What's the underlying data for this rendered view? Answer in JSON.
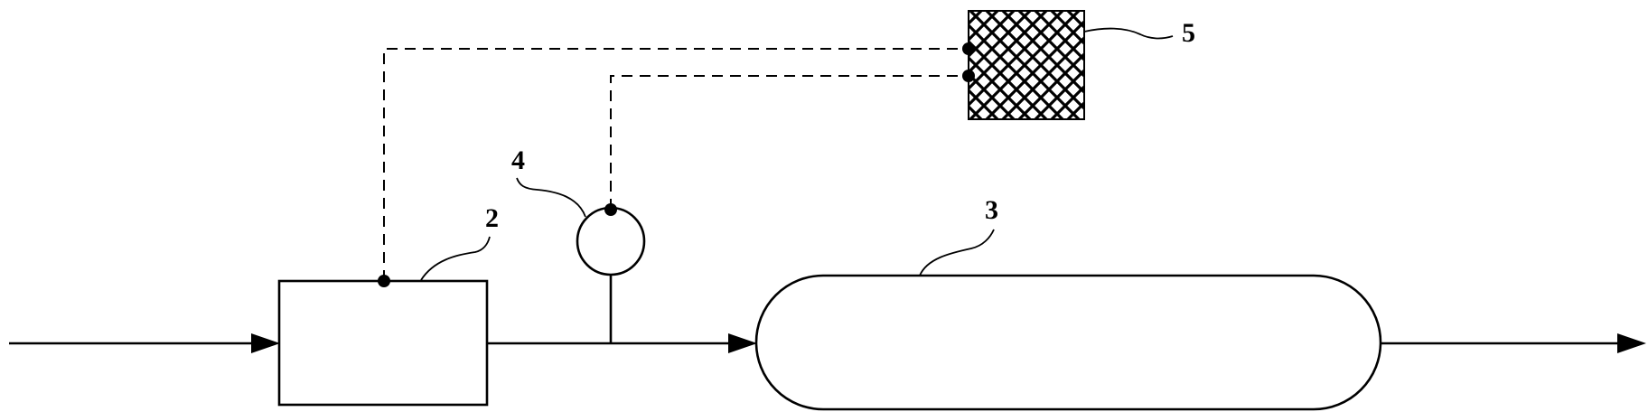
{
  "labels": {
    "box_2": "2",
    "tank_3": "3",
    "gauge_4": "4",
    "controller_5": "5"
  },
  "colors": {
    "line": "#000000",
    "background": "#ffffff"
  }
}
